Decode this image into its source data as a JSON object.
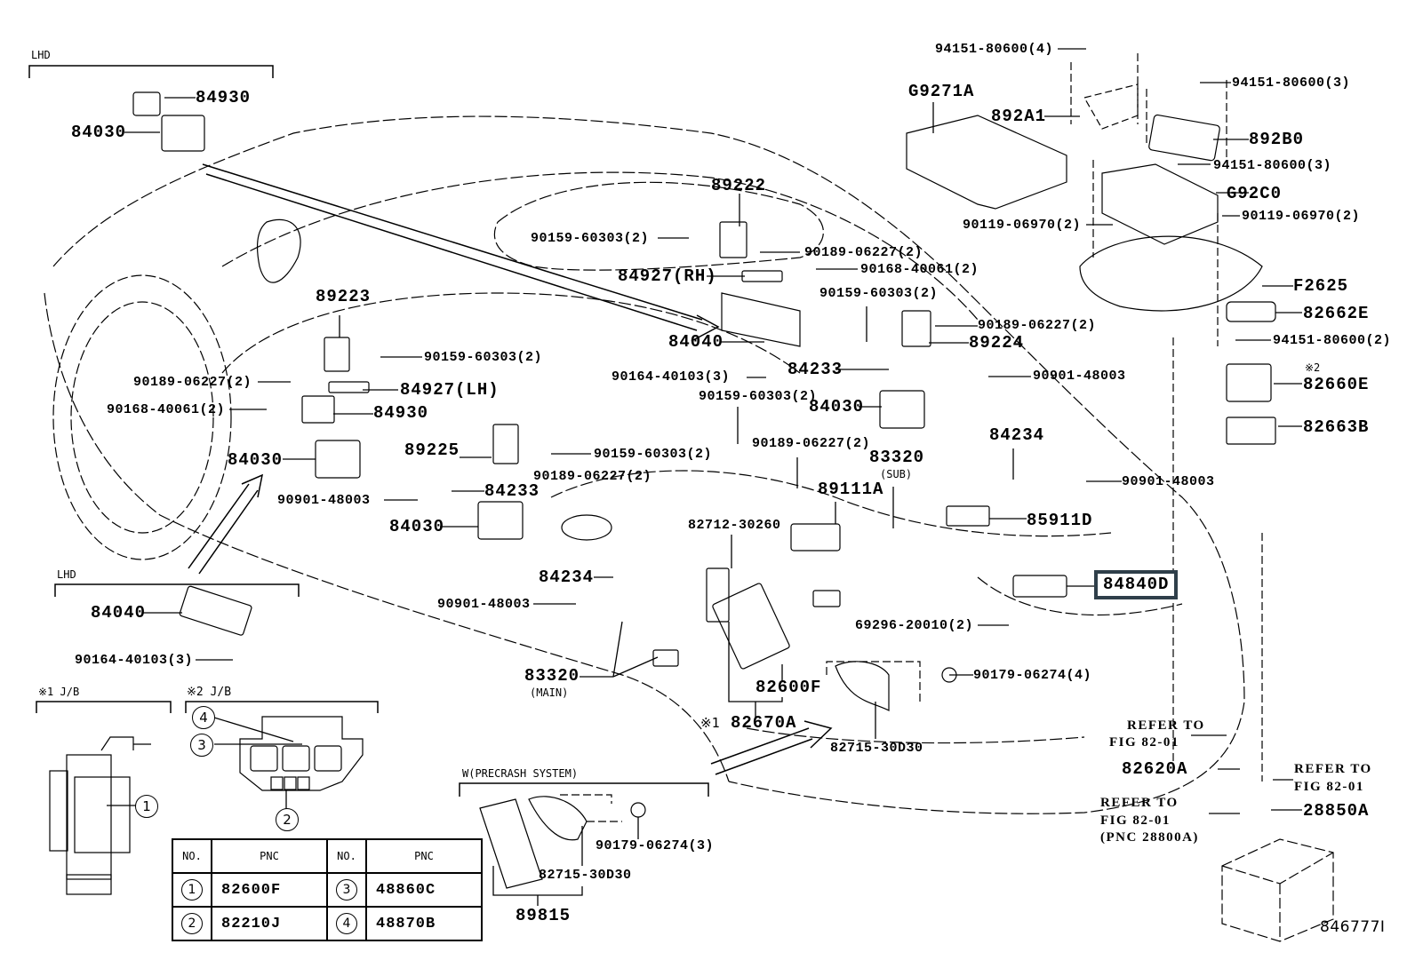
{
  "figure_id": "846777I",
  "groups": {
    "lhd_top": "LHD",
    "lhd_bottom": "LHD",
    "jb1": "※1 J/B",
    "jb2": "※2 J/B",
    "precrash": "W(PRECRASH SYSTEM)"
  },
  "notes": {
    "sub": "(SUB)",
    "main": "(MAIN)",
    "mark1": "※1",
    "mark2": "※2"
  },
  "labels": {
    "p84930_top": "84930",
    "p84030_top": "84030",
    "p89222": "89222",
    "p90159_60303_a": "90159-60303(2)",
    "p90189_06227_a": "90189-06227(2)",
    "p84927_rh": "84927(RH)",
    "p90168_40061_a": "90168-40061(2)",
    "p84040_main": "84040",
    "p90164_40103_a": "90164-40103(3)",
    "p90159_60303_b": "90159-60303(2)",
    "p90189_06227_b": "90189-06227(2)",
    "p89224": "89224",
    "p84233_a": "84233",
    "p90901_48003_a": "90901-48003",
    "p84030_b": "84030",
    "p89223": "89223",
    "p90159_60303_c": "90159-60303(2)",
    "p90189_06227_c": "90189-06227(2)",
    "p84927_lh": "84927(LH)",
    "p90168_40061_b": "90168-40061(2)",
    "p84930_b": "84930",
    "p84030_c": "84030",
    "p89225": "89225",
    "p90159_60303_d": "90159-60303(2)",
    "p90189_06227_d": "90189-06227(2)",
    "p90901_48003_b": "90901-48003",
    "p84233_b": "84233",
    "p84030_d": "84030",
    "p90159_60303_e": "90159-60303(2)",
    "p90189_06227_e": "90189-06227(2)",
    "p83320_sub": "83320",
    "p89111a": "89111A",
    "p84234_a": "84234",
    "p90901_48003_c": "90901-48003",
    "p85911d": "85911D",
    "p82712_30260": "82712-30260",
    "p84234_b": "84234",
    "p90901_48003_d": "90901-48003",
    "p84840d": "84840D",
    "p69296_20010": "69296-20010(2)",
    "p83320_main": "83320",
    "p82600f": "82600F",
    "p90179_06274_4": "90179-06274(4)",
    "p82670a": "82670A",
    "p82715_30d30_a": "82715-30D30",
    "p84040_lhd": "84040",
    "p90164_40103_b": "90164-40103(3)",
    "p90179_06274_3": "90179-06274(3)",
    "p82715_30d30_b": "82715-30D30",
    "p89815": "89815",
    "p94151_80600_4": "94151-80600(4)",
    "p94151_80600_3a": "94151-80600(3)",
    "p94151_80600_3b": "94151-80600(3)",
    "p94151_80600_2": "94151-80600(2)",
    "pg9271a": "G9271A",
    "p892a1": "892A1",
    "p892b0": "892B0",
    "pg92c0": "G92C0",
    "p90119_06970_a": "90119-06970(2)",
    "p90119_06970_b": "90119-06970(2)",
    "pf2625": "F2625",
    "p82662e": "82662E",
    "p82660e": "82660E",
    "p82663b": "82663B",
    "p82620a": "82620A",
    "p28850a": "28850A",
    "ref1_line1": "REFER TO",
    "ref1_line2": "FIG 82-01",
    "ref2_line1": "REFER TO",
    "ref2_line2": "FIG 82-01",
    "ref3_line1": "REFER TO",
    "ref3_line2": "FIG 82-01",
    "ref3_line3": "(PNC 28800A)"
  },
  "callouts": [
    "1",
    "2",
    "3",
    "4"
  ],
  "pnc_table": {
    "headers": [
      "NO.",
      "PNC",
      "NO.",
      "PNC"
    ],
    "rows": [
      {
        "no_a": "1",
        "pnc_a": "82600F",
        "no_b": "3",
        "pnc_b": "48860C"
      },
      {
        "no_a": "2",
        "pnc_a": "82210J",
        "no_b": "4",
        "pnc_b": "48870B"
      }
    ]
  },
  "highlight_color": "#2f3f4a"
}
